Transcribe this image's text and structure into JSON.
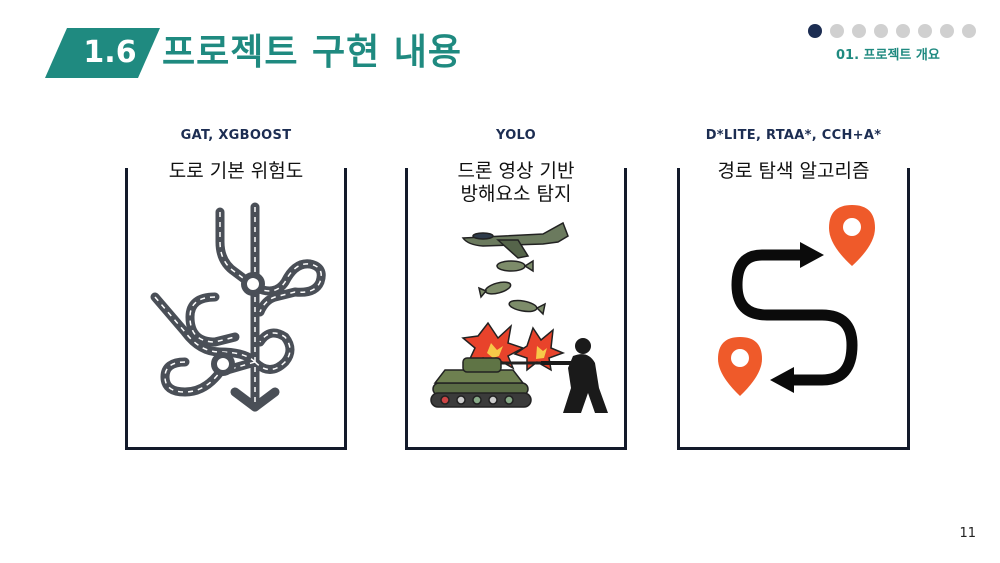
{
  "header": {
    "number": "1.6",
    "title": "프로젝트 구현 내용",
    "section": "01. 프로젝트 개요",
    "progress": {
      "total": 8,
      "active_index": 0
    }
  },
  "colors": {
    "teal": "#1f8a80",
    "navy": "#1c2d52",
    "frame": "#131a2a",
    "pin": "#ef5a2a"
  },
  "cards": [
    {
      "head": "GAT, XGBOOST",
      "title": "도로 기본 위험도",
      "icon": "road-network-illustration"
    },
    {
      "head": "YOLO",
      "title": "드론 영상 기반\n방해요소 탐지",
      "icon": "military-illustration"
    },
    {
      "head": "D*LITE, RTAA*, CCH+A*",
      "title": "경로 탐색 알고리즘",
      "icon": "route-path-illustration"
    }
  ],
  "page_number": "11"
}
